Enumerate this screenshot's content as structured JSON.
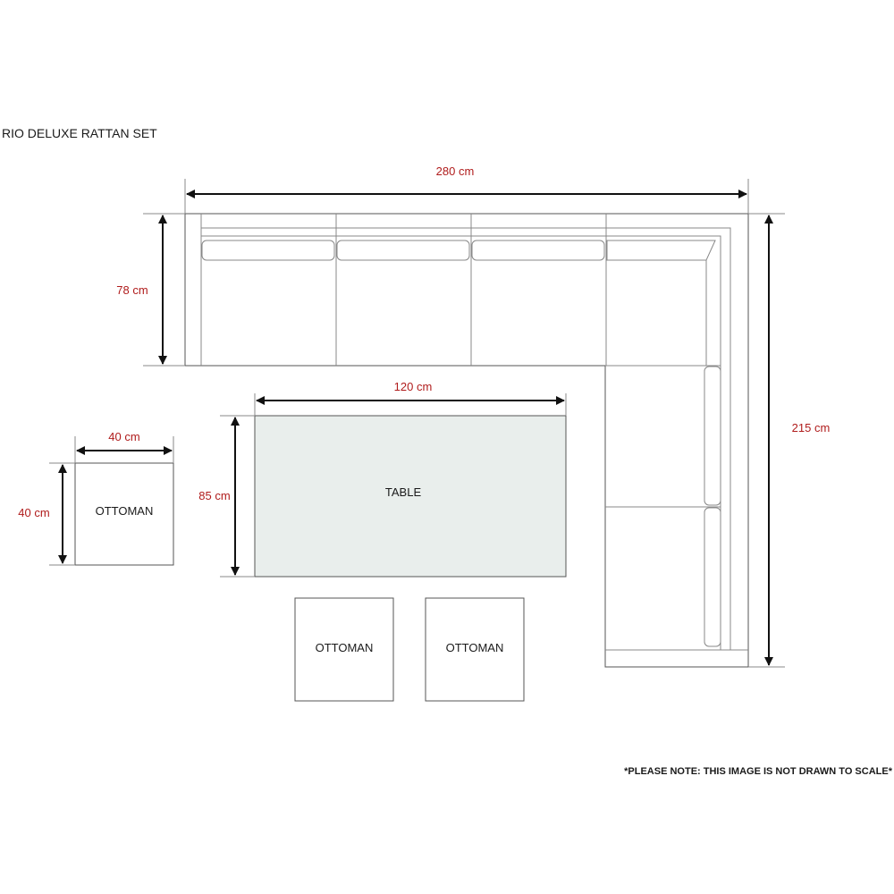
{
  "title": "RIO DELUXE RATTAN SET",
  "dimensions": {
    "sofa_width": "280 cm",
    "sofa_depth": "78 cm",
    "sofa_length": "215 cm",
    "table_width": "120 cm",
    "table_depth": "85 cm",
    "ottoman_width": "40 cm",
    "ottoman_depth": "40 cm"
  },
  "labels": {
    "table": "TABLE",
    "ottoman_left": "OTTOMAN",
    "ottoman_center": "OTTOMAN",
    "ottoman_right": "OTTOMAN"
  },
  "note": "*PLEASE NOTE: THIS IMAGE IS NOT DRAWN TO SCALE*",
  "colors": {
    "dimension_text": "#b01c1c",
    "table_fill": "#e9eeec"
  }
}
